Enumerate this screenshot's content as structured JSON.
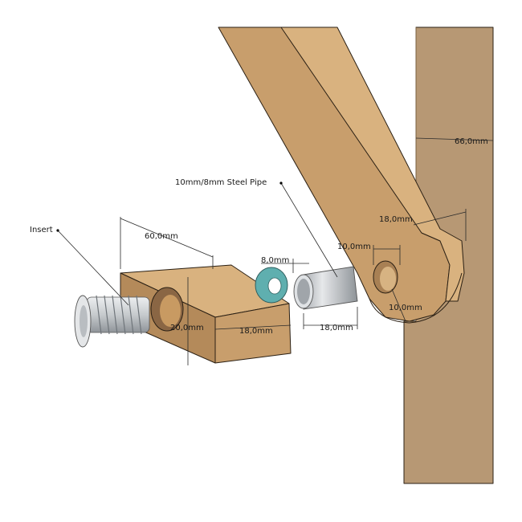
{
  "labels": {
    "insert": "Insert",
    "steel_pipe": "10mm/8mm Steel Pipe"
  },
  "dimensions": {
    "block_length": "60,0mm",
    "block_height": "20,0mm",
    "block_width": "18,0mm",
    "washer": "8,0mm",
    "pipe_length": "18,0mm",
    "arm_width": "18,0mm",
    "hole_diameter": "10,0mm",
    "hole_offset": "10,0mm",
    "post_width": "66,0mm"
  },
  "colors": {
    "wood_face": "#C89E6C",
    "wood_top": "#D9B27F",
    "wood_side": "#B48A5A",
    "post": "#B79874",
    "washer": "#5FAFAF",
    "metal": "#C9CCD0"
  }
}
